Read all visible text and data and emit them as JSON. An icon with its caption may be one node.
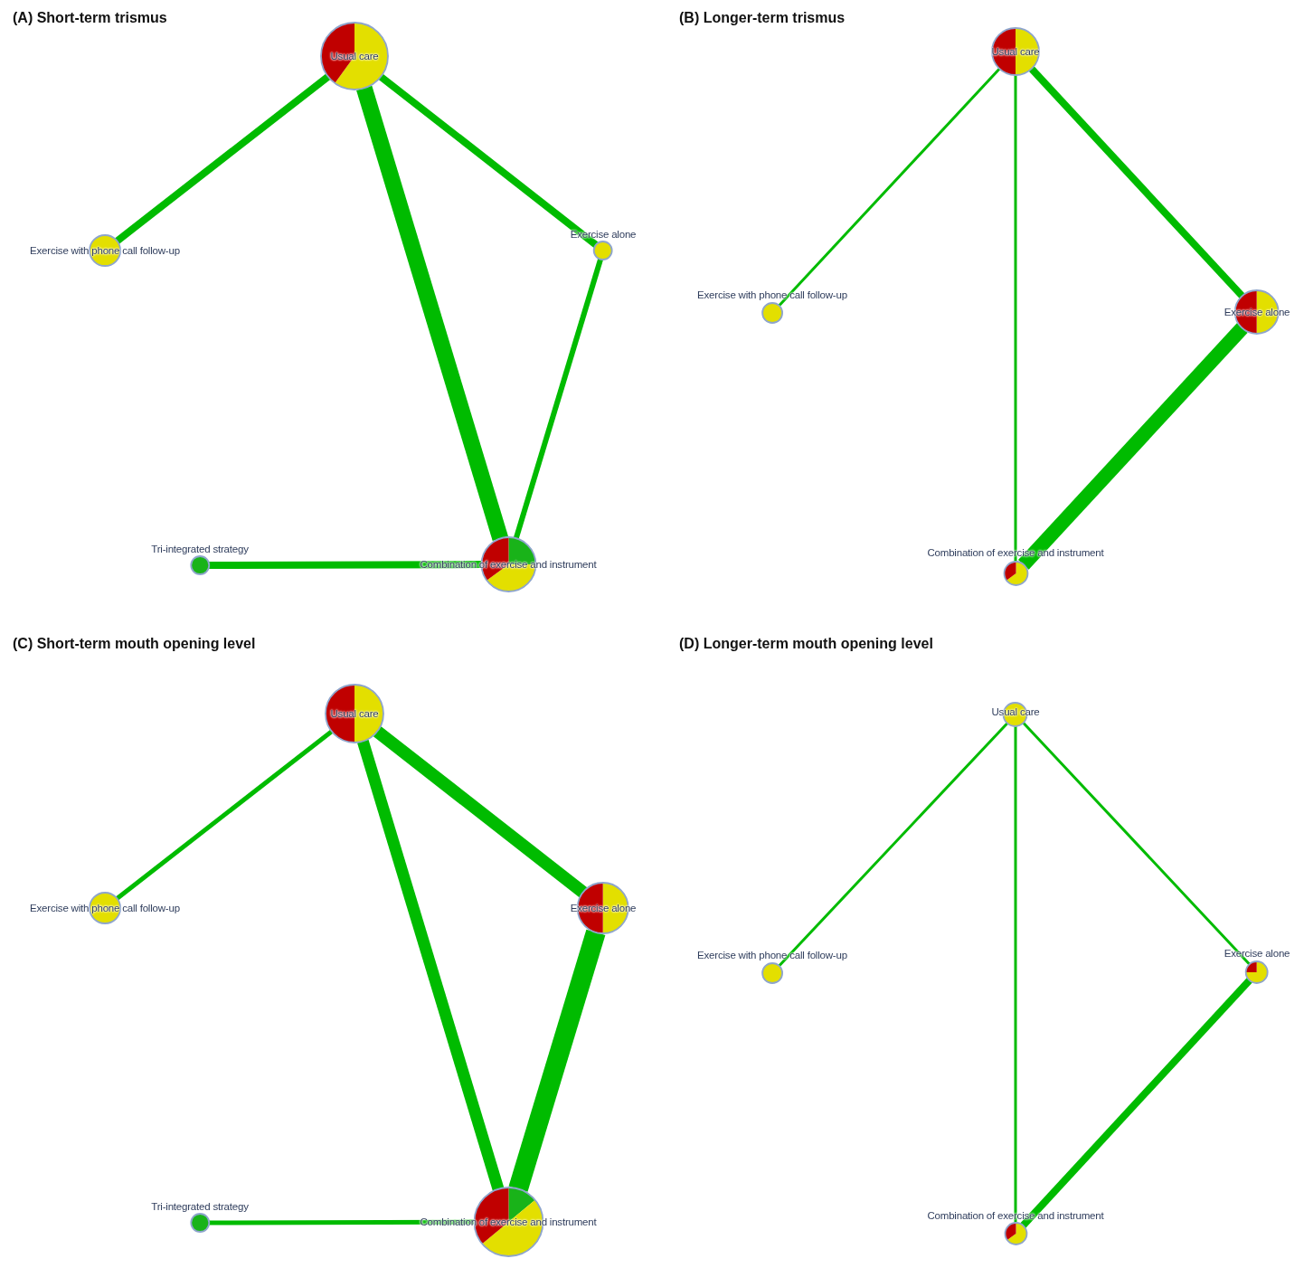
{
  "diagram": {
    "nodes": [
      {
        "text": [
          "Usual care"
        ]
      },
      {
        "text": [
          "Exercise with phone call follow-up"
        ]
      },
      {
        "text": [
          "Exercise alone"
        ]
      },
      {
        "text": [
          "Tri-integrated strategy"
        ]
      },
      {
        "text": [
          "Combination of exercise and instrument"
        ]
      },
      {
        "text": [
          "Usual care"
        ]
      },
      {
        "text": [
          "Exercise with phone call follow-up"
        ]
      },
      {
        "text": [
          "Exercise alone"
        ]
      },
      {
        "text": [
          "Combination of exercise and instrument"
        ]
      },
      {
        "text": [
          "Usual care"
        ]
      },
      {
        "text": [
          "Exercise with phone call follow-up"
        ]
      },
      {
        "text": [
          "Exercise alone"
        ]
      },
      {
        "text": [
          "Tri-integrated strategy"
        ]
      },
      {
        "text": [
          "Combination of exercise and instrument"
        ]
      },
      {
        "text": [
          "Usual care"
        ]
      },
      {
        "text": [
          "Exercise with phone call follow-up"
        ]
      },
      {
        "text": [
          "Exercise alone"
        ]
      },
      {
        "text": [
          "Combination of exercise and instrument"
        ]
      }
    ],
    "edges": [
      {
        "from": 0,
        "to": 1,
        "arrow": "none"
      },
      {
        "from": 0,
        "to": 4,
        "arrow": "none",
        "style": "thick"
      },
      {
        "from": 0,
        "to": 2,
        "arrow": "none"
      },
      {
        "from": 2,
        "to": 4,
        "arrow": "none"
      },
      {
        "from": 3,
        "to": 4,
        "arrow": "none"
      },
      {
        "from": 5,
        "to": 6,
        "arrow": "none"
      },
      {
        "from": 5,
        "to": 8,
        "arrow": "none"
      },
      {
        "from": 5,
        "to": 7,
        "arrow": "none"
      },
      {
        "from": 7,
        "to": 8,
        "arrow": "none",
        "style": "thick"
      },
      {
        "from": 9,
        "to": 10,
        "arrow": "none"
      },
      {
        "from": 9,
        "to": 13,
        "arrow": "none"
      },
      {
        "from": 9,
        "to": 11,
        "arrow": "none"
      },
      {
        "from": 11,
        "to": 13,
        "arrow": "none",
        "style": "thick"
      },
      {
        "from": 12,
        "to": 13,
        "arrow": "none"
      },
      {
        "from": 14,
        "to": 15,
        "arrow": "none"
      },
      {
        "from": 14,
        "to": 17,
        "arrow": "none"
      },
      {
        "from": 14,
        "to": 16,
        "arrow": "none"
      },
      {
        "from": 16,
        "to": 17,
        "arrow": "none"
      }
    ],
    "labels": [
      "(A) Short-term trismus",
      "(B) Longer-term trismus",
      "(C) Short-term mouth opening level",
      "(D) Longer-term mouth opening level"
    ]
  }
}
